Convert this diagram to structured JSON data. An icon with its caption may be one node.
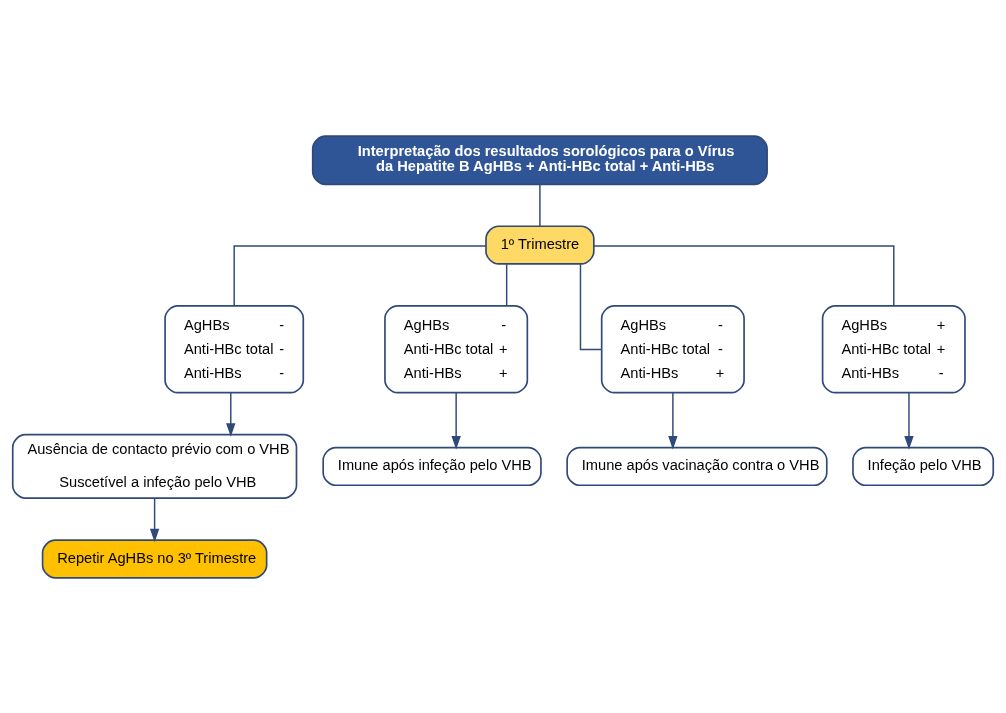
{
  "diagram": {
    "nodes": [
      {
        "text": [
          "Interpretação dos resultados sorológicos para o Vírus da Hepatite B AgHBs + Anti-HBc total + Anti-HBs"
        ]
      },
      {
        "text": [
          "1º Trimestre"
        ]
      },
      {
        "text": [
          "AgHBs",
          "-",
          "Anti-HBc total",
          "-",
          "Anti-HBs",
          "-"
        ]
      },
      {
        "text": [
          "AgHBs",
          "-",
          "Anti-HBc total",
          "+",
          "Anti-HBs",
          "+"
        ]
      },
      {
        "text": [
          "AgHBs",
          "-",
          "Anti-HBc total",
          "-",
          "Anti-HBs",
          "+"
        ]
      },
      {
        "text": [
          "AgHBs",
          "+",
          "Anti-HBc total",
          "+",
          "Anti-HBs",
          "-"
        ]
      },
      {
        "text": [
          "Ausência de contacto prévio com o VHB",
          "Suscetível a infeção pelo VHB"
        ]
      },
      {
        "text": [
          "Imune após infeção pelo VHB"
        ]
      },
      {
        "text": [
          "Imune após vacinação contra o VHB"
        ]
      },
      {
        "text": [
          "Infeção pelo VHB"
        ]
      },
      {
        "text": [
          "Repetir AgHBs no 3º Trimestre"
        ]
      }
    ],
    "edges": [
      {
        "from": 0,
        "to": 1,
        "arrow": "none"
      },
      {
        "from": 1,
        "to": 2,
        "arrow": "none"
      },
      {
        "from": 1,
        "to": 3,
        "arrow": "none"
      },
      {
        "from": 1,
        "to": 4,
        "arrow": "none"
      },
      {
        "from": 1,
        "to": 5,
        "arrow": "none"
      },
      {
        "from": 2,
        "to": 6,
        "arrow": "to"
      },
      {
        "from": 3,
        "to": 7,
        "arrow": "to"
      },
      {
        "from": 4,
        "to": 8,
        "arrow": "to"
      },
      {
        "from": 5,
        "to": 9,
        "arrow": "to"
      },
      {
        "from": 6,
        "to": 10,
        "arrow": "to"
      }
    ]
  }
}
